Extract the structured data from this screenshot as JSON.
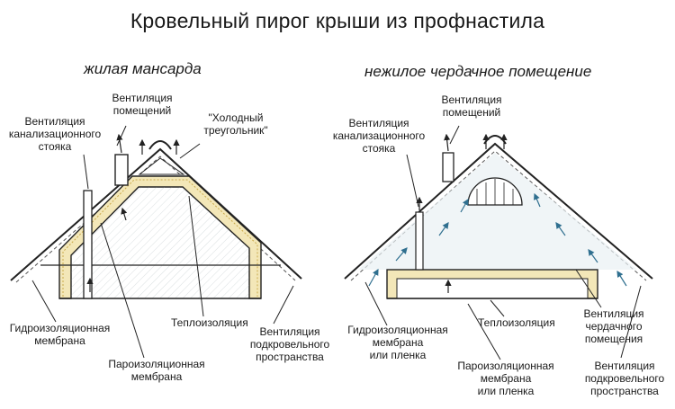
{
  "title": "Кровельный пирог крыши из профнастила",
  "left": {
    "subtitle": "жилая мансарда",
    "labels": {
      "vent_rooms": "Вентиляция\nпомещений",
      "cold_triangle": "\"Холодный\nтреугольник\"",
      "vent_sewer": "Вентиляция\nканализационного\nстояка",
      "waterproof": "Гидроизоляционная\nмембрана",
      "insulation": "Теплоизоляция",
      "vent_underroof": "Вентиляция\nподкровельного\nпространства",
      "vapor": "Пароизоляционная\nмембрана"
    }
  },
  "right": {
    "subtitle": "нежилое чердачное помещение",
    "labels": {
      "vent_rooms": "Вентиляция\nпомещений",
      "vent_sewer": "Вентиляция\nканализационного\nстояка",
      "waterproof": "Гидроизоляционная\nмембрана\nили пленка",
      "insulation": "Теплоизоляция",
      "vent_attic": "Вентиляция\nчердачного\nпомещения",
      "vapor": "Пароизоляционная\nмембрана\nили пленка",
      "vent_underroof": "Вентиляция\nподкровельного\nпространства"
    }
  },
  "colors": {
    "line": "#222222",
    "insulation": "#f3e7b8",
    "vent_arrow": "#2f6f8f",
    "hatch": "#7f8c8d"
  }
}
